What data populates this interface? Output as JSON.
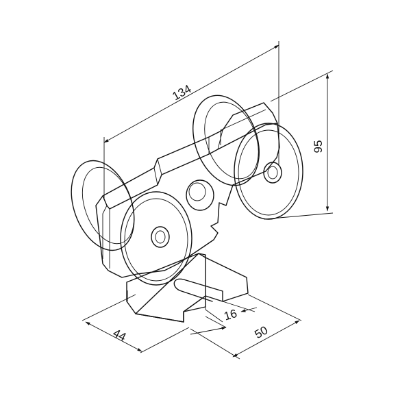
{
  "dimensions": {
    "overall_length": "134",
    "height": "95",
    "bracket_width": "44",
    "slot_width": "16",
    "bracket_depth": "50"
  },
  "colors": {
    "stroke": "#111111",
    "fill_light": "#f3f3f3",
    "wheel_fill": "#e9e9e9"
  }
}
